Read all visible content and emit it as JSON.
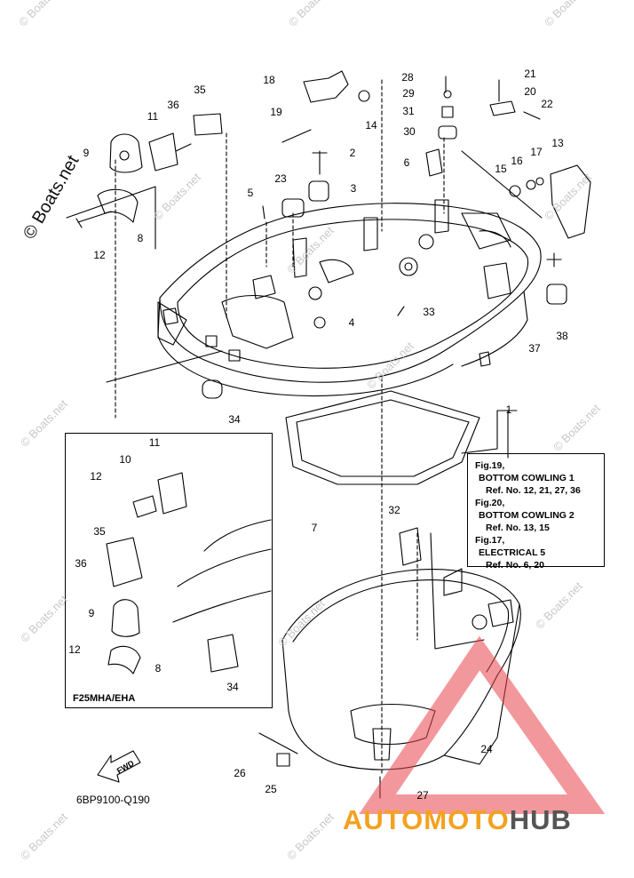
{
  "callouts": [
    "18",
    "28",
    "29",
    "31",
    "30",
    "21",
    "20",
    "22",
    "35",
    "36",
    "11",
    "9",
    "8",
    "12",
    "14",
    "19",
    "2",
    "3",
    "23",
    "5",
    "6",
    "13",
    "15",
    "16",
    "17",
    "4",
    "33",
    "34",
    "37",
    "38",
    "1",
    "7",
    "32",
    "24",
    "25",
    "26",
    "27",
    "10"
  ],
  "inset": {
    "title": "F25MHA/EHA",
    "callouts": [
      "11",
      "10",
      "12",
      "35",
      "36",
      "9",
      "8",
      "12",
      "34"
    ]
  },
  "reference_box": {
    "lines": [
      {
        "kind": "fig",
        "text": "Fig.19,"
      },
      {
        "kind": "t",
        "text": "BOTTOM COWLING 1"
      },
      {
        "kind": "r",
        "text": "Ref. No. 12, 21, 27, 36"
      },
      {
        "kind": "fig",
        "text": "Fig.20,"
      },
      {
        "kind": "t",
        "text": "BOTTOM COWLING 2"
      },
      {
        "kind": "r",
        "text": "Ref. No. 13, 15"
      },
      {
        "kind": "fig",
        "text": "Fig.17,"
      },
      {
        "kind": "t",
        "text": "ELECTRICAL 5"
      },
      {
        "kind": "r",
        "text": "Ref. No. 6, 20"
      }
    ]
  },
  "fwd_label": "FWD",
  "diagram_code": "6BP9100-Q190",
  "watermark": {
    "small": "© Boats.net",
    "large": "© Boats.net"
  },
  "brand": {
    "part1": "AUTOMOTO",
    "part2": "HUB",
    "color1": "#f3a21f",
    "color2": "#555555",
    "triangle_color": "#e8434a"
  }
}
